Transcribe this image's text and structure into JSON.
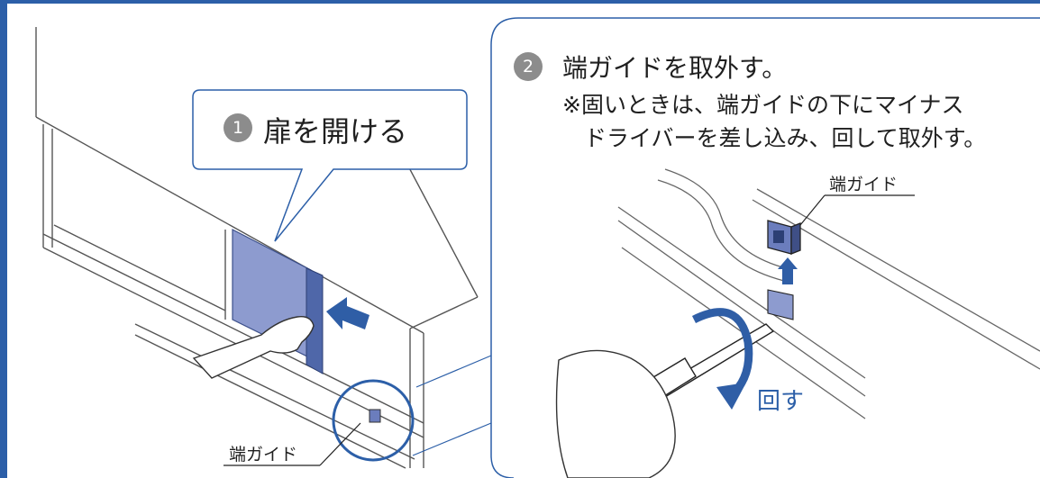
{
  "step1": {
    "number": "1",
    "text": "扉を開ける"
  },
  "step2": {
    "number": "2",
    "text": "端ガイドを取外す。",
    "note_line1": "※固いときは、端ガイドの下にマイナス",
    "note_line2": "ドライバーを差し込み、回して取外す。"
  },
  "labels": {
    "end_guide_left": "端ガイド",
    "end_guide_right": "端ガイド",
    "rotate": "回す"
  },
  "colors": {
    "frame": "#2c5fa8",
    "door_panel": "#8d9bcf",
    "arrow": "#2f5ea6",
    "badge": "#8c8c8c"
  }
}
